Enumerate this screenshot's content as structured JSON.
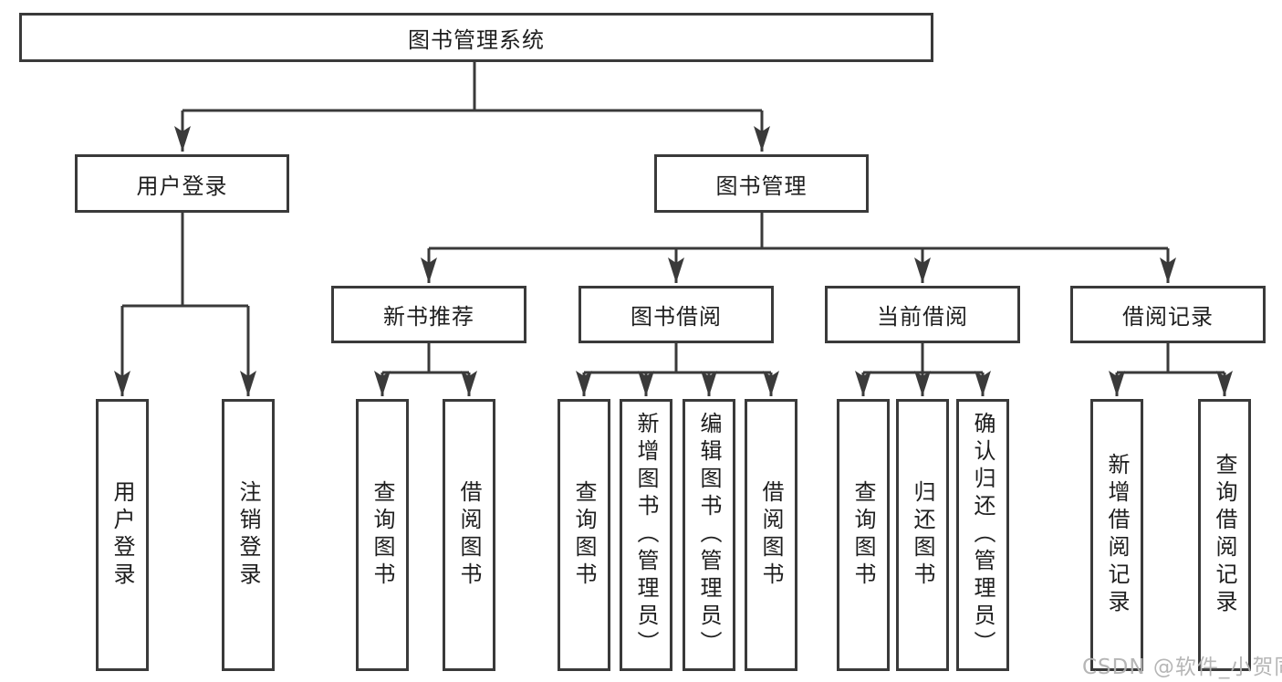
{
  "diagram": {
    "type": "hierarchy-tree",
    "colors": {
      "line": "#3a3a3a",
      "box_border": "#3a3a3a",
      "text": "#1e1e1e",
      "background": "#ffffff",
      "watermark": "#b2b2b2"
    },
    "watermark": "CSDN @软件_小贺同学",
    "nodes": {
      "root": {
        "label": "图书管理系统"
      },
      "level2": [
        {
          "label": "用户登录"
        },
        {
          "label": "图书管理"
        }
      ],
      "level3": [
        {
          "label": "新书推荐"
        },
        {
          "label": "图书借阅"
        },
        {
          "label": "当前借阅"
        },
        {
          "label": "借阅记录"
        }
      ],
      "leaves": [
        {
          "label": "用户登录"
        },
        {
          "label": "注销登录"
        },
        {
          "label": "查询图书"
        },
        {
          "label": "借阅图书"
        },
        {
          "label": "查询图书"
        },
        {
          "label": "新增图书（管理员）"
        },
        {
          "label": "编辑图书（管理员）"
        },
        {
          "label": "借阅图书"
        },
        {
          "label": "查询图书"
        },
        {
          "label": "归还图书"
        },
        {
          "label": "确认归还（管理员）"
        },
        {
          "label": "新增借阅记录"
        },
        {
          "label": "查询借阅记录"
        }
      ]
    },
    "edges": [
      "图书管理系统→用户登录",
      "图书管理系统→图书管理",
      "用户登录→用户登录",
      "用户登录→注销登录",
      "图书管理→新书推荐",
      "图书管理→图书借阅",
      "图书管理→当前借阅",
      "图书管理→借阅记录",
      "新书推荐→查询图书",
      "新书推荐→借阅图书",
      "图书借阅→查询图书",
      "图书借阅→新增图书（管理员）",
      "图书借阅→编辑图书（管理员）",
      "图书借阅→借阅图书",
      "当前借阅→查询图书",
      "当前借阅→归还图书",
      "当前借阅→确认归还（管理员）",
      "借阅记录→新增借阅记录",
      "借阅记录→查询借阅记录"
    ]
  }
}
